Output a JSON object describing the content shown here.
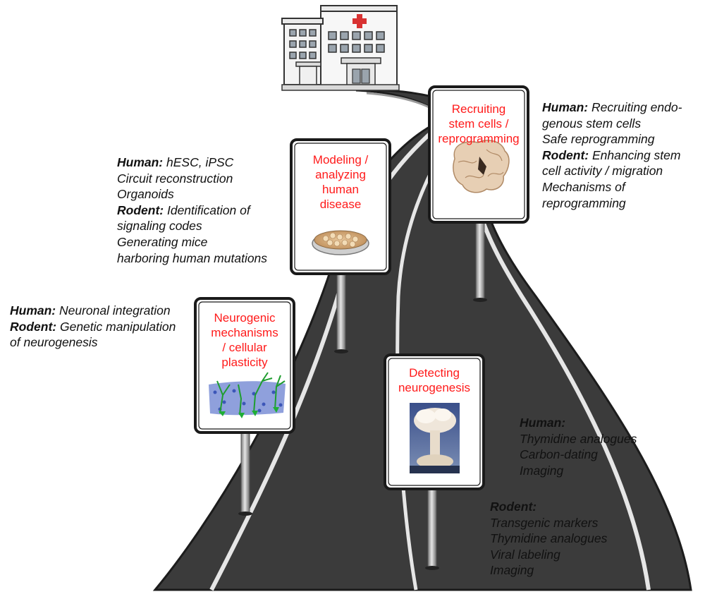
{
  "colors": {
    "road": "#3a3a3a",
    "road_edge": "#1e1e1e",
    "lane_marking": "#e8e8e8",
    "sign_title": "#ff1a1a",
    "text": "#111111"
  },
  "signs": [
    {
      "title_lines": [
        "Recruiting",
        "stem cells /",
        "reprogramming"
      ],
      "icon": "brain-section-icon"
    },
    {
      "title_lines": [
        "Modeling /",
        "analyzing",
        "human",
        "disease"
      ],
      "icon": "petri-dish-icon"
    },
    {
      "title_lines": [
        "Neurogenic",
        "mechanisms",
        "/ cellular",
        "plasticity"
      ],
      "icon": "neuron-tissue-icon"
    },
    {
      "title_lines": [
        "Detecting",
        "neurogenesis"
      ],
      "icon": "mushroom-cloud-icon"
    }
  ],
  "notes": {
    "recruiting": [
      {
        "b": "Human:",
        "t": " Recruiting endo-"
      },
      {
        "b": "",
        "t": "genous stem cells"
      },
      {
        "b": "",
        "t": "Safe reprogramming"
      },
      {
        "b": "Rodent:",
        "t": " Enhancing stem"
      },
      {
        "b": "",
        "t": "cell activity / migration"
      },
      {
        "b": "",
        "t": "Mechanisms of"
      },
      {
        "b": "",
        "t": "reprogramming"
      }
    ],
    "modeling": [
      {
        "b": "Human:",
        "t": " hESC, iPSC"
      },
      {
        "b": "",
        "t": "Circuit reconstruction"
      },
      {
        "b": "",
        "t": "Organoids"
      },
      {
        "b": "Rodent:",
        "t": " Identification of"
      },
      {
        "b": "",
        "t": "signaling codes"
      },
      {
        "b": "",
        "t": "Generating mice"
      },
      {
        "b": "",
        "t": "harboring human mutations"
      }
    ],
    "neurogenic": [
      {
        "b": "Human:",
        "t": " Neuronal integration"
      },
      {
        "b": "Rodent:",
        "t": " Genetic manipulation"
      },
      {
        "b": "",
        "t": "of neurogenesis"
      }
    ],
    "detecting_human": [
      {
        "b": "Human:",
        "t": ""
      },
      {
        "b": "",
        "t": "Thymidine analogues"
      },
      {
        "b": "",
        "t": "Carbon-dating"
      },
      {
        "b": "",
        "t": "Imaging"
      }
    ],
    "detecting_rodent": [
      {
        "b": "Rodent:",
        "t": ""
      },
      {
        "b": "",
        "t": "Transgenic markers"
      },
      {
        "b": "",
        "t": "Thymidine analogues"
      },
      {
        "b": "",
        "t": "Viral labeling"
      },
      {
        "b": "",
        "t": "Imaging"
      }
    ]
  }
}
